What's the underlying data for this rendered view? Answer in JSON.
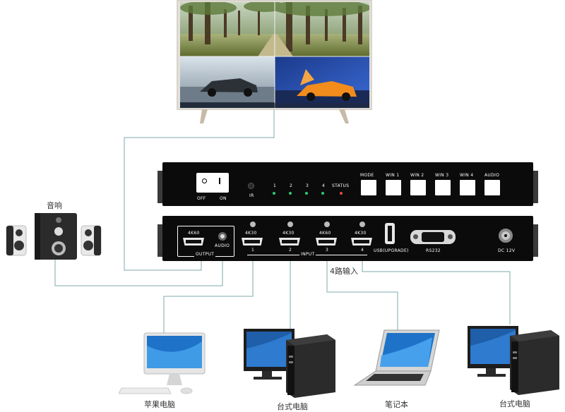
{
  "tv": {
    "screen_windows": [
      "tree-lined-road",
      "car-silver",
      "car-orange"
    ]
  },
  "switch_front": {
    "power_off": "OFF",
    "power_on": "ON",
    "ir": "IR",
    "leds": [
      {
        "label": "1",
        "color": "#2ecc71"
      },
      {
        "label": "2",
        "color": "#2ecc71"
      },
      {
        "label": "3",
        "color": "#2ecc71"
      },
      {
        "label": "4",
        "color": "#2ecc71"
      },
      {
        "label": "STATUS",
        "color": "#e74c3c"
      }
    ],
    "buttons": [
      "MODE",
      "WIN 1",
      "WIN 2",
      "WIN 3",
      "WIN 4",
      "AUDIO"
    ]
  },
  "switch_rear": {
    "output_port": "4K60",
    "audio_label": "AUDIO",
    "output_label": "OUTPUT",
    "input_label": "INPUT",
    "inputs": [
      {
        "res": "4K30",
        "num": "1"
      },
      {
        "res": "4K30",
        "num": "2"
      },
      {
        "res": "4K60",
        "num": "3"
      },
      {
        "res": "4K30",
        "num": "4"
      }
    ],
    "usb_label": "USB(UPGRADE)",
    "rs232_label": "RS232",
    "dc_label": "DC 12V"
  },
  "labels": {
    "speaker": "音响",
    "four_inputs": "4路输入",
    "apple_pc": "苹果电脑",
    "desktop_1": "台式电脑",
    "laptop": "笔记本",
    "desktop_2": "台式电脑"
  },
  "colors": {
    "line": "#7fa9a9",
    "panel": "#0b0b0b",
    "led_green": "#2ecc71",
    "led_red": "#e74c3c"
  }
}
